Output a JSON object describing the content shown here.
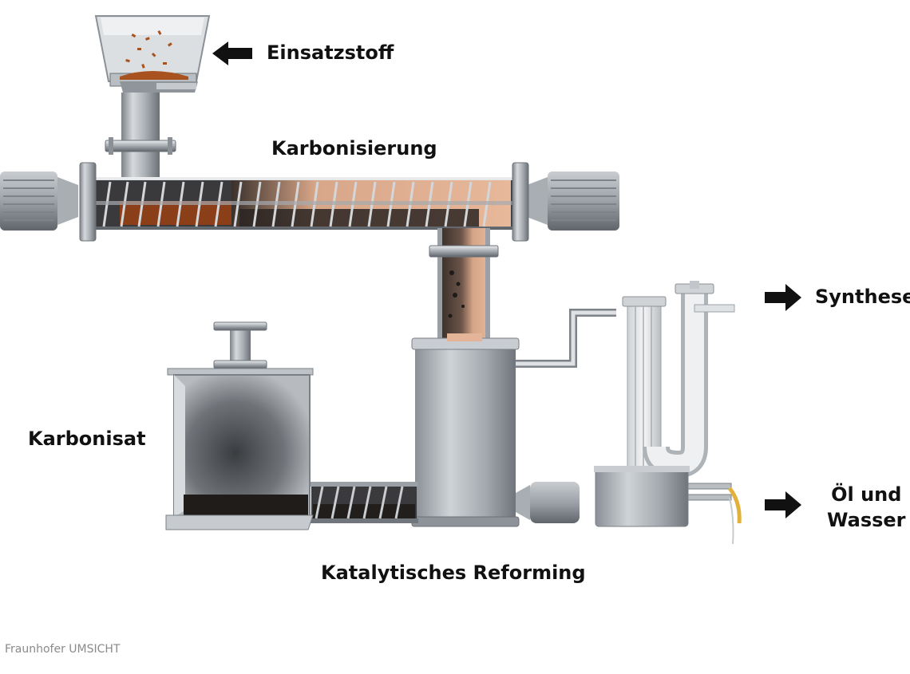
{
  "labels": {
    "feedstock": "Einsatzstoff",
    "carbonization": "Karbonisierung",
    "synthesis": "Synthese",
    "carbonizate": "Karbonisat",
    "oil_water_line1": "Öl und",
    "oil_water_line2": "Wasser",
    "reforming": "Katalytisches Reforming"
  },
  "credit": "Fraunhofer UMSICHT",
  "colors": {
    "steel": "#9aa0a6",
    "steel_light": "#d9dcdf",
    "steel_dark": "#5f666d",
    "gas": "#e8b89a",
    "char": "#2a2522",
    "feed": "#a8521f",
    "oil": "#e2b13c"
  }
}
